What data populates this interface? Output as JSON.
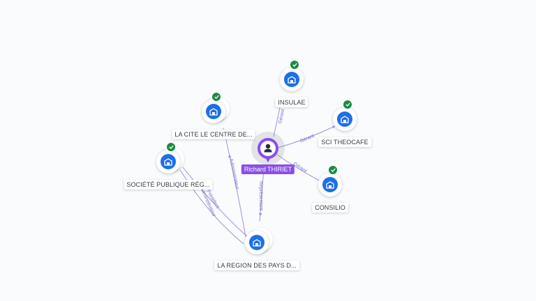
{
  "colors": {
    "accent": "#8a4fe8",
    "company": "#1c6fe8",
    "verified": "#1a8c44",
    "edge": "#9b93da"
  },
  "center": {
    "name": "Richard THIRIET",
    "icon": "person-icon"
  },
  "companies": [
    {
      "name": "INSULAE",
      "icon": "building-icon",
      "verified": true
    },
    {
      "name": "SCI THEOCAFE",
      "icon": "building-icon",
      "verified": true
    },
    {
      "name": "CONSILIO",
      "icon": "building-icon",
      "verified": true
    },
    {
      "name": "LA CITE LE CENTRE DE...",
      "icon": "building-icon",
      "verified": true
    },
    {
      "name": "SOCIÉTÉ PUBLIQUE RÉG...",
      "icon": "building-icon",
      "verified": true
    },
    {
      "name": "LA REGION DES PAYS D...",
      "icon": "building-icon",
      "verified": false
    }
  ],
  "relations": [
    {
      "label": "Gérant"
    },
    {
      "label": "Gérant"
    },
    {
      "label": "Gérant"
    },
    {
      "label": "Administrateur"
    },
    {
      "label": "Représentant"
    },
    {
      "label": "Président"
    },
    {
      "label": "Administrateur"
    }
  ]
}
